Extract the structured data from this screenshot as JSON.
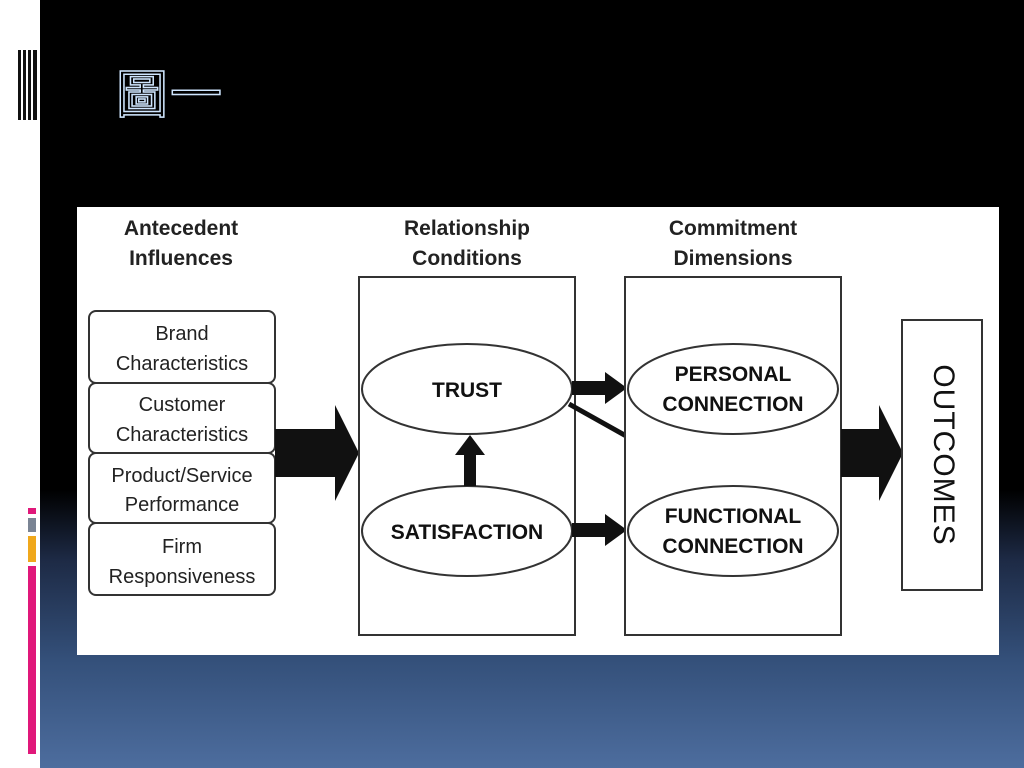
{
  "slide": {
    "title": "圖一"
  },
  "diagram": {
    "headings": {
      "antecedent": [
        "Antecedent",
        "Influences"
      ],
      "relationship": [
        "Relationship",
        "Conditions"
      ],
      "commitment": [
        "Commitment",
        "Dimensions"
      ]
    },
    "antecedent_boxes": [
      [
        "Brand",
        "Characteristics"
      ],
      [
        "Customer",
        "Characteristics"
      ],
      [
        "Product/Service",
        "Performance"
      ],
      [
        "Firm",
        "Responsiveness"
      ]
    ],
    "relationship_nodes": {
      "trust": "TRUST",
      "satisfaction": "SATISFACTION"
    },
    "commitment_nodes": {
      "personal": [
        "PERSONAL",
        "CONNECTION"
      ],
      "functional": [
        "FUNCTIONAL",
        "CONNECTION"
      ]
    },
    "outcomes": "OUTCOMES"
  },
  "colors": {
    "accent_pink": "#e0187a",
    "accent_gold": "#f0a81c",
    "accent_gray": "#7a8494"
  }
}
